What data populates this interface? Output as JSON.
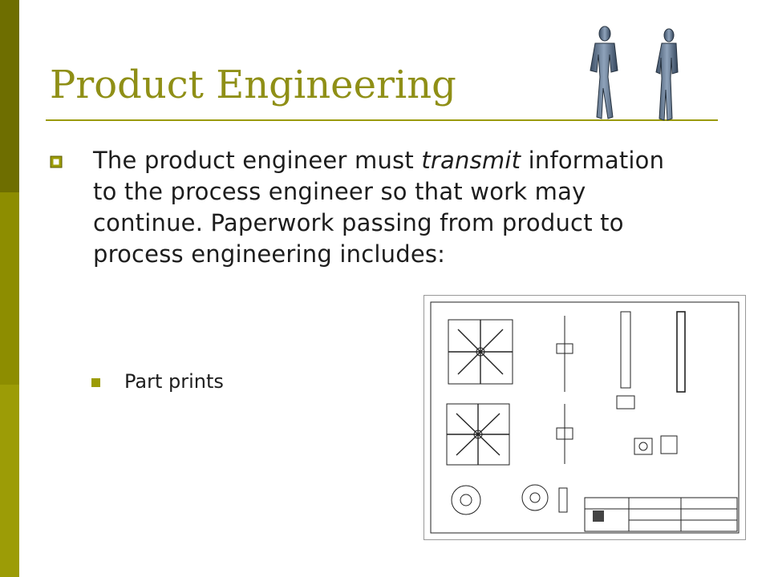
{
  "slide": {
    "title": "Product Engineering",
    "body": {
      "prefix": "The product engineer must ",
      "emphasis": "transmit",
      "suffix": " information to the process engineer so that work may continue. Paperwork passing from product to process engineering includes:"
    },
    "sub_items": [
      "Part prints"
    ]
  },
  "colors": {
    "accent": "#8f8f16",
    "bar_dark": "#6e6e00",
    "bar_mid": "#8d8d00",
    "bar_light": "#9c9c06"
  },
  "icons": {
    "robots": "robot-figures-icon",
    "bullet": "square-bullet-icon",
    "drawing": "engineering-drawing-image"
  }
}
